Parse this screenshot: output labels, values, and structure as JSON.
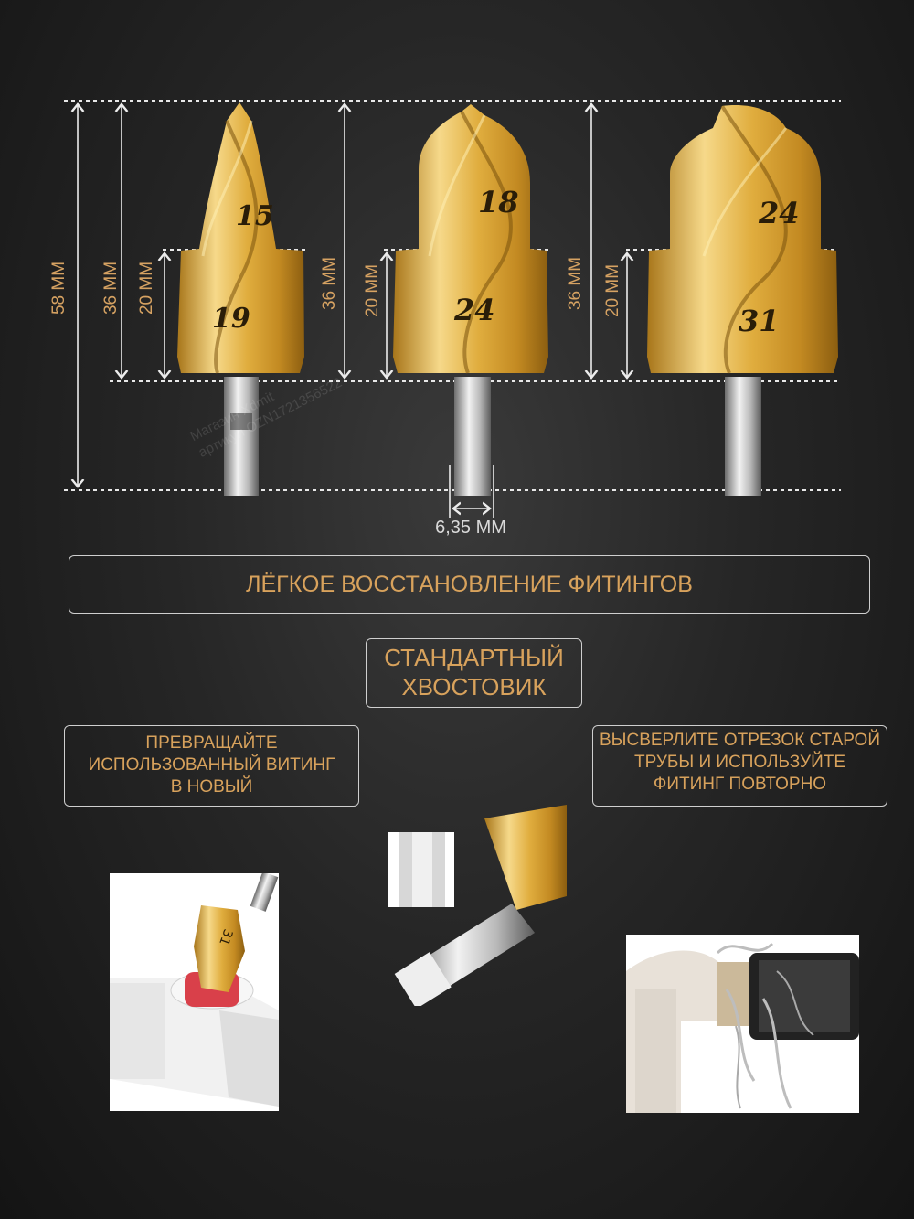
{
  "dimensions": {
    "total_height": "58 ММ",
    "bit_height": "36 ММ",
    "step_height": "20 ММ",
    "shank_width": "6,35 ММ"
  },
  "bits": [
    {
      "small_size": "15",
      "large_size": "19"
    },
    {
      "small_size": "18",
      "large_size": "24"
    },
    {
      "small_size": "24",
      "large_size": "31"
    }
  ],
  "watermark": {
    "line1": "Магазин Xdmit",
    "line2": "артикул OZN1721356522"
  },
  "banner": {
    "text": "ЛЁГКОЕ ВОССТАНОВЛЕНИЕ ФИТИНГОВ"
  },
  "shank_box": {
    "line1": "СТАНДАРТНЫЙ",
    "line2": "ХВОСТОВИК"
  },
  "left_box": {
    "line1": "ПРЕВРАЩАЙТЕ",
    "line2": "ИСПОЛЬЗОВАННЫЙ ВИТИНГ",
    "line3": "В НОВЫЙ"
  },
  "right_box": {
    "line1": "ВЫСВЕРЛИТЕ ОТРЕЗОК СТАРОЙ",
    "line2": "ТРУБЫ И ИСПОЛЬЗУЙТЕ",
    "line3": "ФИТИНГ ПОВТОРНО"
  },
  "photo_labels": {
    "bit_in_fitting": "31"
  },
  "colors": {
    "accent": "#d8a25c",
    "gold_light": "#f3d27a",
    "gold_dark": "#9a6a12",
    "line": "#e8e8e8"
  }
}
